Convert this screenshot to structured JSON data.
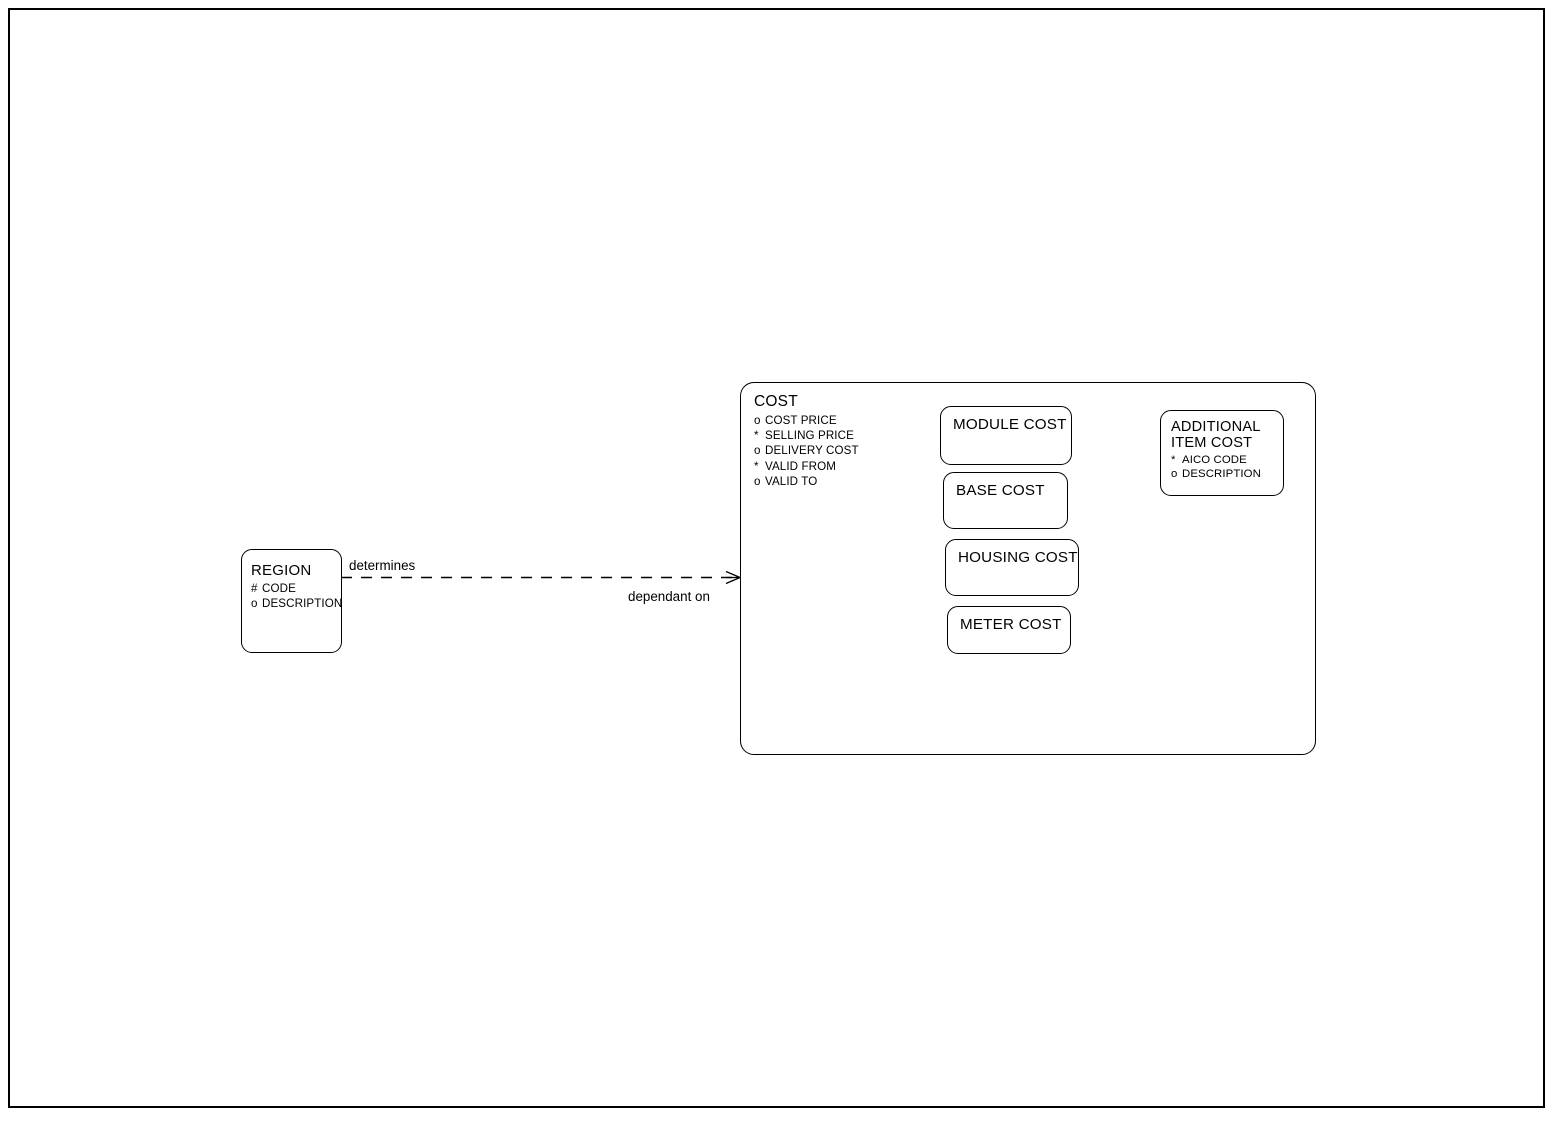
{
  "diagram": {
    "type": "entity-relationship-diagram",
    "notation": "barker",
    "page_frame": true,
    "entities": [
      {
        "id": "region",
        "name": "REGION",
        "attributes": [
          {
            "marker": "#",
            "label": "CODE"
          },
          {
            "marker": "o",
            "label": "DESCRIPTION"
          }
        ]
      },
      {
        "id": "cost",
        "name": "COST",
        "attributes": [
          {
            "marker": "o",
            "label": "COST PRICE"
          },
          {
            "marker": "*",
            "label": "SELLING PRICE"
          },
          {
            "marker": "o",
            "label": "DELIVERY COST"
          },
          {
            "marker": "*",
            "label": "VALID FROM"
          },
          {
            "marker": "o",
            "label": "VALID TO"
          }
        ]
      },
      {
        "id": "module-cost",
        "name": "MODULE COST",
        "attributes": []
      },
      {
        "id": "base-cost",
        "name": "BASE COST",
        "attributes": []
      },
      {
        "id": "housing-cost",
        "name": "HOUSING COST",
        "attributes": []
      },
      {
        "id": "meter-cost",
        "name": "METER COST",
        "attributes": []
      },
      {
        "id": "additional-item-cost",
        "name_line1": "ADDITIONAL",
        "name_line2": "ITEM COST",
        "attributes": [
          {
            "marker": "*",
            "label": "AICO CODE"
          },
          {
            "marker": "o",
            "label": "DESCRIPTION"
          }
        ]
      }
    ],
    "relationship": {
      "from": "REGION",
      "to": "COST",
      "from_label": "determines",
      "to_label": "dependant on",
      "line_style": "dashed",
      "to_end": "crows-foot"
    },
    "colors": {
      "stroke": "#000000",
      "fill": "#ffffff",
      "text": "#000000"
    }
  }
}
